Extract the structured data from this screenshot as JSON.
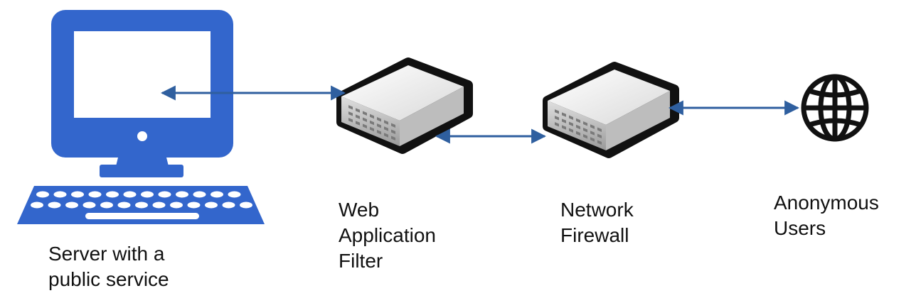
{
  "nodes": {
    "server": {
      "label": "Server with a\npublic service",
      "icon": "computer-icon",
      "color": "#3366cc"
    },
    "web_application_filter": {
      "label": "Web\nApplication\nFilter",
      "icon": "network-appliance-icon"
    },
    "network_firewall": {
      "label": "Network\nFirewall",
      "icon": "network-appliance-icon"
    },
    "anonymous_users": {
      "label": "Anonymous\nUsers",
      "icon": "globe-icon"
    }
  },
  "connections": [
    {
      "from": "server",
      "to": "web_application_filter",
      "direction": "bidirectional"
    },
    {
      "from": "web_application_filter",
      "to": "network_firewall",
      "direction": "bidirectional"
    },
    {
      "from": "network_firewall",
      "to": "anonymous_users",
      "direction": "bidirectional"
    }
  ],
  "colors": {
    "computer": "#3366cc",
    "connector": "#2f5f9f",
    "appliance_outline": "#111111"
  }
}
